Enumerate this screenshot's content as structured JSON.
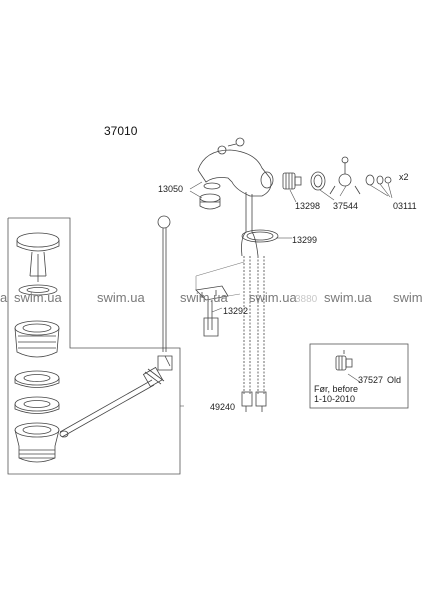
{
  "diagram": {
    "model_number": "37010",
    "parts": {
      "p13050": "13050",
      "p13298": "13298",
      "p37544": "37544",
      "p03111": "03111",
      "qty_x2": "x2",
      "p13299": "13299",
      "p13292": "13292",
      "p49240": "49240",
      "p37527": "37527",
      "old": "Old"
    },
    "note_line1": "Før, before",
    "note_line2": "1-10-2010",
    "watermarks": {
      "w1": "a",
      "w2": "swim.ua",
      "w3": "swim.ua",
      "w4": "swim.ua",
      "w5": "swim.ua",
      "w6": "swim",
      "faint": "3880"
    },
    "colors": {
      "line": "#444444",
      "watermark": "#7a7a7a"
    }
  }
}
